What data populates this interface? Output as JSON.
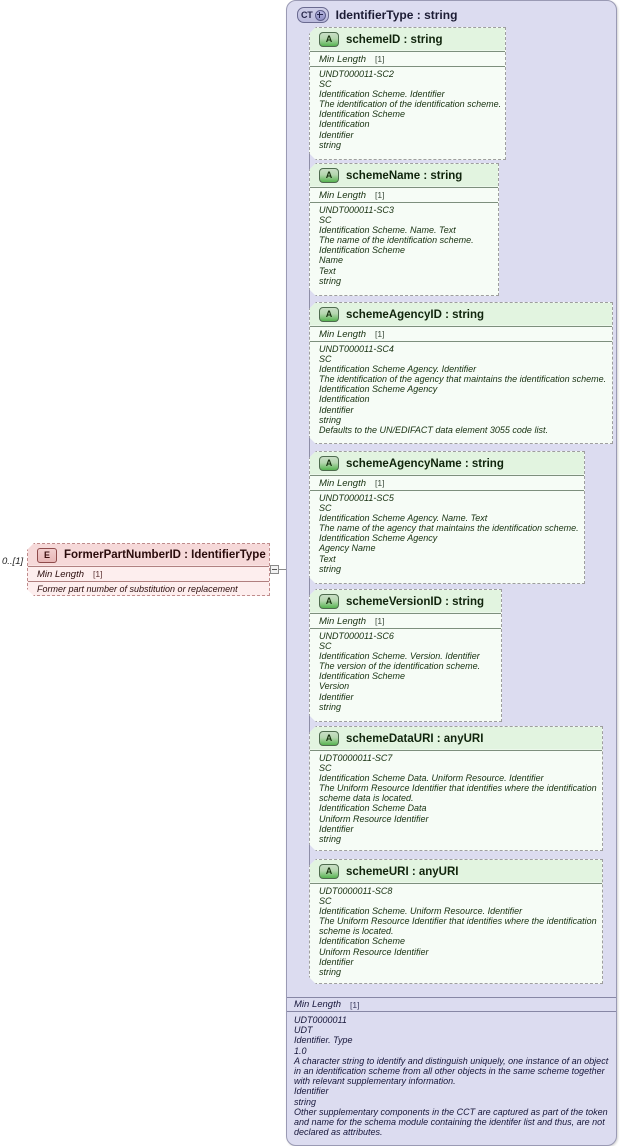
{
  "diagram": {
    "kind": "xsd-schema-diagram",
    "complex_type": {
      "badge": "CT",
      "badge_icon": "plus-circle-icon",
      "title": "IdentifierType : string"
    },
    "element": {
      "badge": "E",
      "name": "FormerPartNumberID : IdentifierType",
      "cardinality": "0..[1]",
      "facet_label": "Min Length",
      "facet_value": "[1]",
      "documentation": "Former part number of substitution or replacement"
    },
    "attributes": [
      {
        "badge": "A",
        "name": "schemeID : string",
        "facet_label": "Min Length",
        "facet_value": "[1]",
        "doc_lines": [
          "UNDT000011-SC2",
          "SC",
          "Identification Scheme. Identifier",
          "The identification of the identification scheme.",
          "Identification Scheme",
          "Identification",
          "Identifier",
          "string"
        ]
      },
      {
        "badge": "A",
        "name": "schemeName : string",
        "facet_label": "Min Length",
        "facet_value": "[1]",
        "doc_lines": [
          "UNDT000011-SC3",
          "SC",
          "Identification Scheme. Name. Text",
          "The name of the identification scheme.",
          "Identification Scheme",
          "Name",
          "Text",
          "string"
        ]
      },
      {
        "badge": "A",
        "name": "schemeAgencyID : string",
        "facet_label": "Min Length",
        "facet_value": "[1]",
        "doc_lines": [
          "UNDT000011-SC4",
          "SC",
          "Identification Scheme Agency. Identifier",
          "The identification of the agency that maintains the identification scheme.",
          "Identification Scheme Agency",
          "Identification",
          "Identifier",
          "string",
          "Defaults to the UN/EDIFACT data element 3055 code list."
        ]
      },
      {
        "badge": "A",
        "name": "schemeAgencyName : string",
        "facet_label": "Min Length",
        "facet_value": "[1]",
        "doc_lines": [
          "UNDT000011-SC5",
          "SC",
          "Identification Scheme Agency. Name. Text",
          "The name of the agency that maintains the identification scheme.",
          "Identification Scheme Agency",
          "Agency Name",
          "Text",
          "string"
        ]
      },
      {
        "badge": "A",
        "name": "schemeVersionID : string",
        "facet_label": "Min Length",
        "facet_value": "[1]",
        "doc_lines": [
          "UNDT000011-SC6",
          "SC",
          "Identification Scheme. Version. Identifier",
          "The version of the identification scheme.",
          "Identification Scheme",
          "Version",
          "Identifier",
          "string"
        ]
      },
      {
        "badge": "A",
        "name": "schemeDataURI : anyURI",
        "facet_label": "",
        "facet_value": "",
        "doc_lines": [
          "UDT0000011-SC7",
          "SC",
          "Identification Scheme Data. Uniform Resource. Identifier",
          "The Uniform Resource Identifier that identifies where the identification scheme data is located.",
          "Identification Scheme Data",
          "Uniform Resource Identifier",
          "Identifier",
          "string"
        ]
      },
      {
        "badge": "A",
        "name": "schemeURI : anyURI",
        "facet_label": "",
        "facet_value": "",
        "doc_lines": [
          "UDT0000011-SC8",
          "SC",
          "Identification Scheme. Uniform Resource. Identifier",
          "The Uniform Resource Identifier that identifies where the identification scheme is located.",
          "Identification Scheme",
          "Uniform Resource Identifier",
          "Identifier",
          "string"
        ]
      }
    ],
    "type_footer": {
      "facet_label": "Min Length",
      "facet_value": "[1]",
      "doc_lines": [
        "UDT0000011",
        "UDT",
        "Identifier. Type",
        "1.0",
        "A character string to identify and distinguish uniquely, one instance of an object in an identification scheme from all other objects in the same scheme together with relevant supplementary information.",
        "Identifier",
        "string",
        "Other supplementary components in the CCT are captured as part of the token and name for the schema module containing the identifer list and thus, are not declared as attributes."
      ]
    }
  },
  "colors": {
    "container_bg": "#dcdcf0",
    "attribute_bg": "#f4fbf4",
    "attribute_head": "#e2f4e0",
    "element_bg": "#fdeeee",
    "element_head": "#f6d9d9",
    "connector": "#8f8fa8"
  }
}
